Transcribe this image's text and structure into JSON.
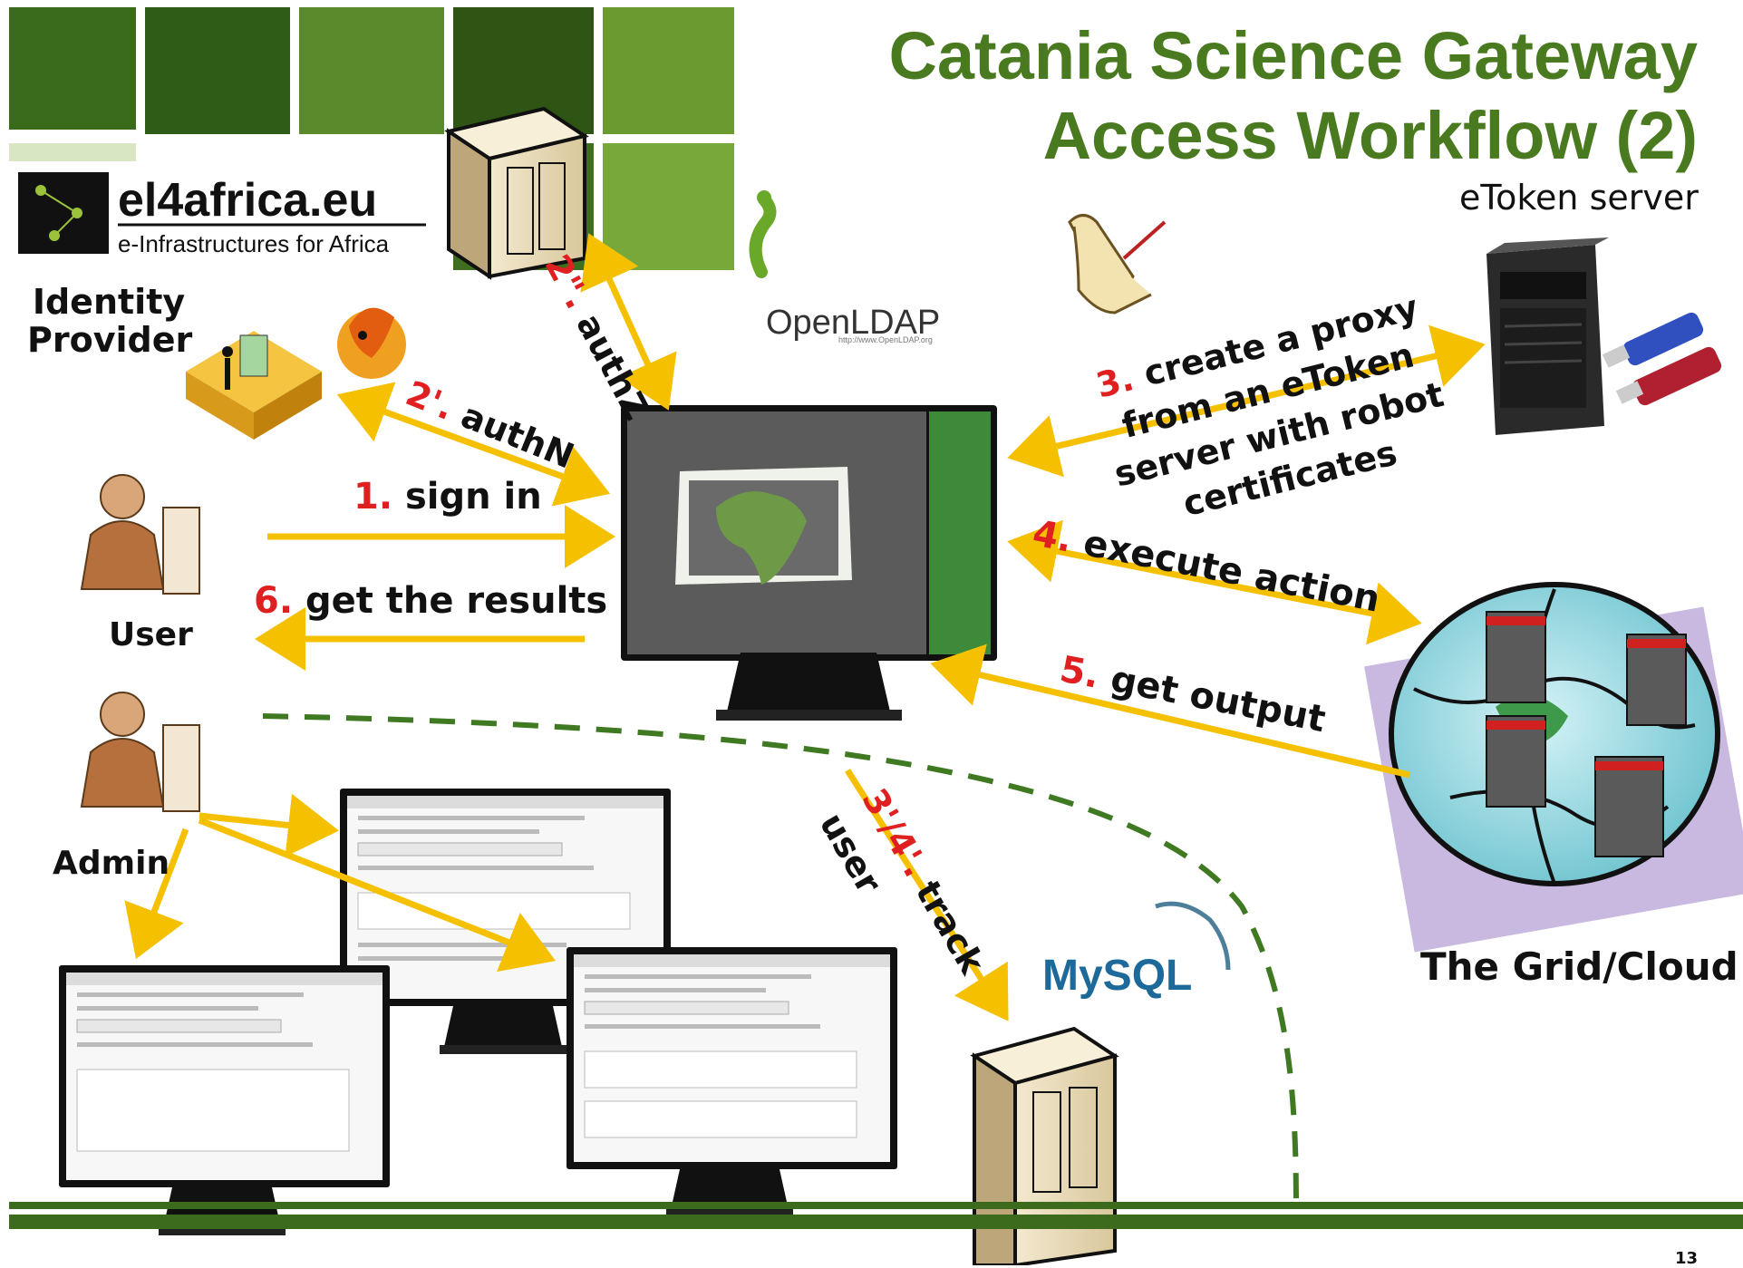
{
  "title": {
    "line1": "Catania Science Gateway",
    "line2": "Access Workflow (2)"
  },
  "logos": {
    "brand_name": "el4africa.eu",
    "brand_tagline": "e-Infrastructures for Africa",
    "openldap": "OpenLDAP",
    "openldap_url": "http://www.OpenLDAP.org",
    "mysql": "MySQL"
  },
  "actors": {
    "identity_provider": "Identity Provider",
    "user": "User",
    "admin": "Admin",
    "etoken_server": "eToken server",
    "grid_cloud": "The Grid/Cloud"
  },
  "steps": [
    {
      "num": "1.",
      "text": "sign in"
    },
    {
      "num": "2'.",
      "text": "authN"
    },
    {
      "num": "2\".",
      "text": "authZ"
    },
    {
      "num": "3.",
      "text": "create a proxy from an eToken server with robot certificates"
    },
    {
      "num": "3'/4'.",
      "text": "track user"
    },
    {
      "num": "4.",
      "text": "execute action"
    },
    {
      "num": "5.",
      "text": "get output"
    },
    {
      "num": "6.",
      "text": "get the results"
    }
  ],
  "colors": {
    "title_green": "#4a7a1f",
    "arrow_yellow": "#f5c000",
    "step_red": "#e02020",
    "dashed_green": "#3f7a23",
    "footer_green": "#3d6b1e"
  },
  "footer": {
    "page_number": "13"
  }
}
